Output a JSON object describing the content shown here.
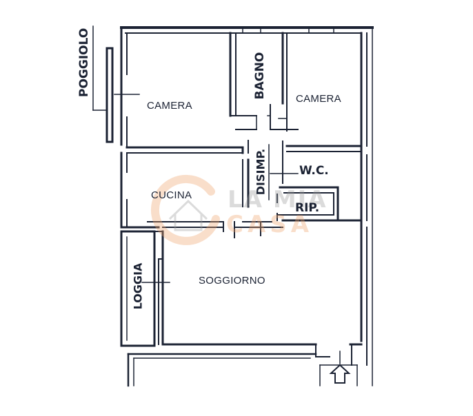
{
  "rooms": {
    "camera_left": "CAMERA",
    "bagno": "BAGNO",
    "camera_right": "CAMERA",
    "disimp": "DISIMP.",
    "wc": "W.C.",
    "cucina": "CUCINA",
    "rip": "RIP.",
    "soggiorno": "SOGGIORNO",
    "loggia": "LOGGIA",
    "poggiolo": "POGGIOLO"
  },
  "watermark": {
    "line1": "LA MIA",
    "line2": "CASA"
  },
  "colors": {
    "wall": "#1b2233",
    "watermark_orange": "#f0a36b",
    "watermark_gray": "#9a9a9a"
  }
}
